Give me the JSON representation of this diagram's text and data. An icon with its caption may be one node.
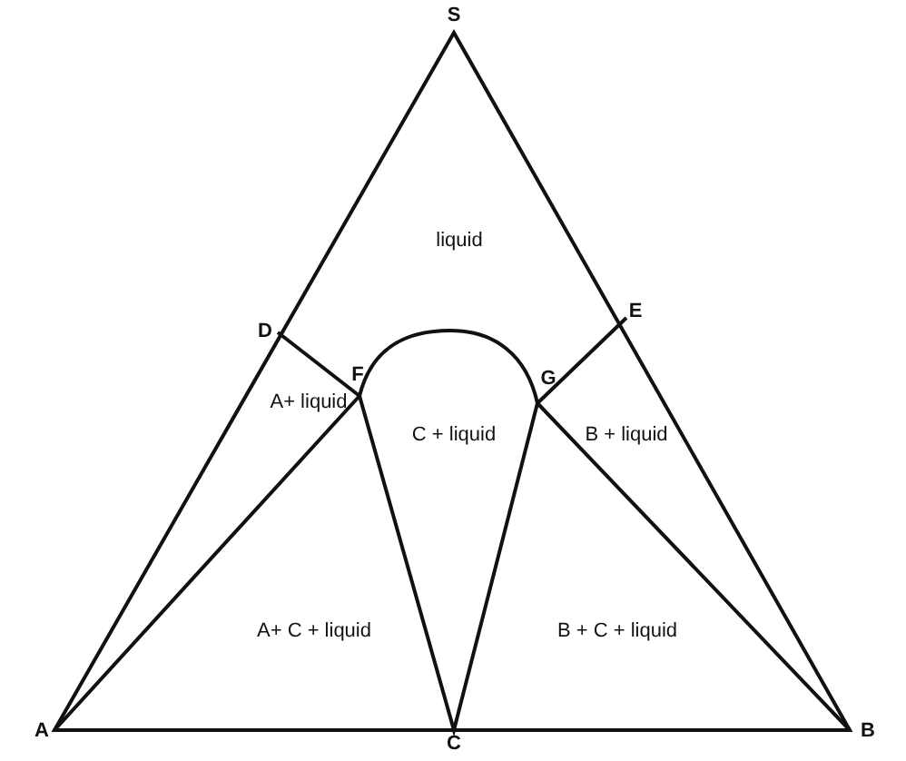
{
  "diagram": {
    "labels": [
      "S",
      "liquid",
      "E",
      "D",
      "F",
      "G",
      "A+ liquid",
      "C + liquid",
      "B + liquid",
      "A+ C + liquid",
      "B + C + liquid",
      "A",
      "C",
      "B"
    ]
  }
}
